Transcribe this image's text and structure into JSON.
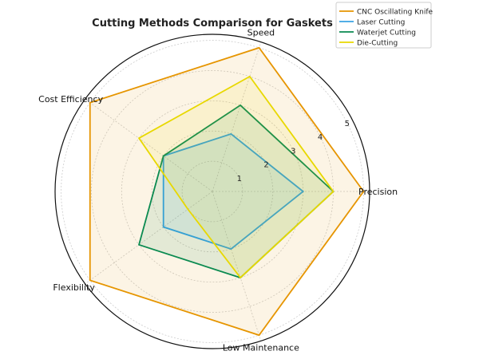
{
  "chart_data": {
    "type": "radar",
    "title": "Cutting Methods Comparison for Gaskets",
    "axes": [
      "Precision",
      "Speed",
      "Cost Efficiency",
      "Flexibility",
      "Low Maintenance"
    ],
    "radial_ticks": [
      1,
      2,
      3,
      4,
      5
    ],
    "rlim": [
      0,
      5.2
    ],
    "grid": true,
    "legend_position": "top-right",
    "series": [
      {
        "name": "CNC Oscillating Knife",
        "color": "#e69500",
        "values": [
          5,
          5,
          5,
          5,
          5
        ]
      },
      {
        "name": "Laser Cutting",
        "color": "#3aa3e3",
        "values": [
          3,
          2,
          2,
          2,
          2
        ]
      },
      {
        "name": "Waterjet Cutting",
        "color": "#0a8a50",
        "values": [
          4,
          3,
          2,
          3,
          3
        ]
      },
      {
        "name": "Die-Cutting",
        "color": "#e8d800",
        "values": [
          4,
          4,
          3,
          1,
          3
        ]
      }
    ]
  }
}
